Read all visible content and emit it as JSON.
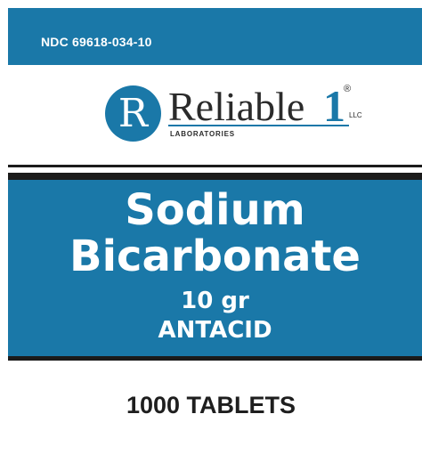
{
  "header": {
    "ndc": "NDC 69618-034-10"
  },
  "logo": {
    "monogram": "R",
    "brand": "Reliable",
    "brand_numeral": "1",
    "registered_mark": "®",
    "suffix": "LLC",
    "subtitle": "LABORATORIES"
  },
  "product": {
    "name_line1": "Sodium",
    "name_line2": "Bicarbonate",
    "strength": "10 gr",
    "category": "ANTACID"
  },
  "footer": {
    "count": "1000 TABLETS"
  },
  "colors": {
    "brand_blue": "#1a78a8",
    "rule_black": "#1b1b1b",
    "background": "#ffffff"
  }
}
